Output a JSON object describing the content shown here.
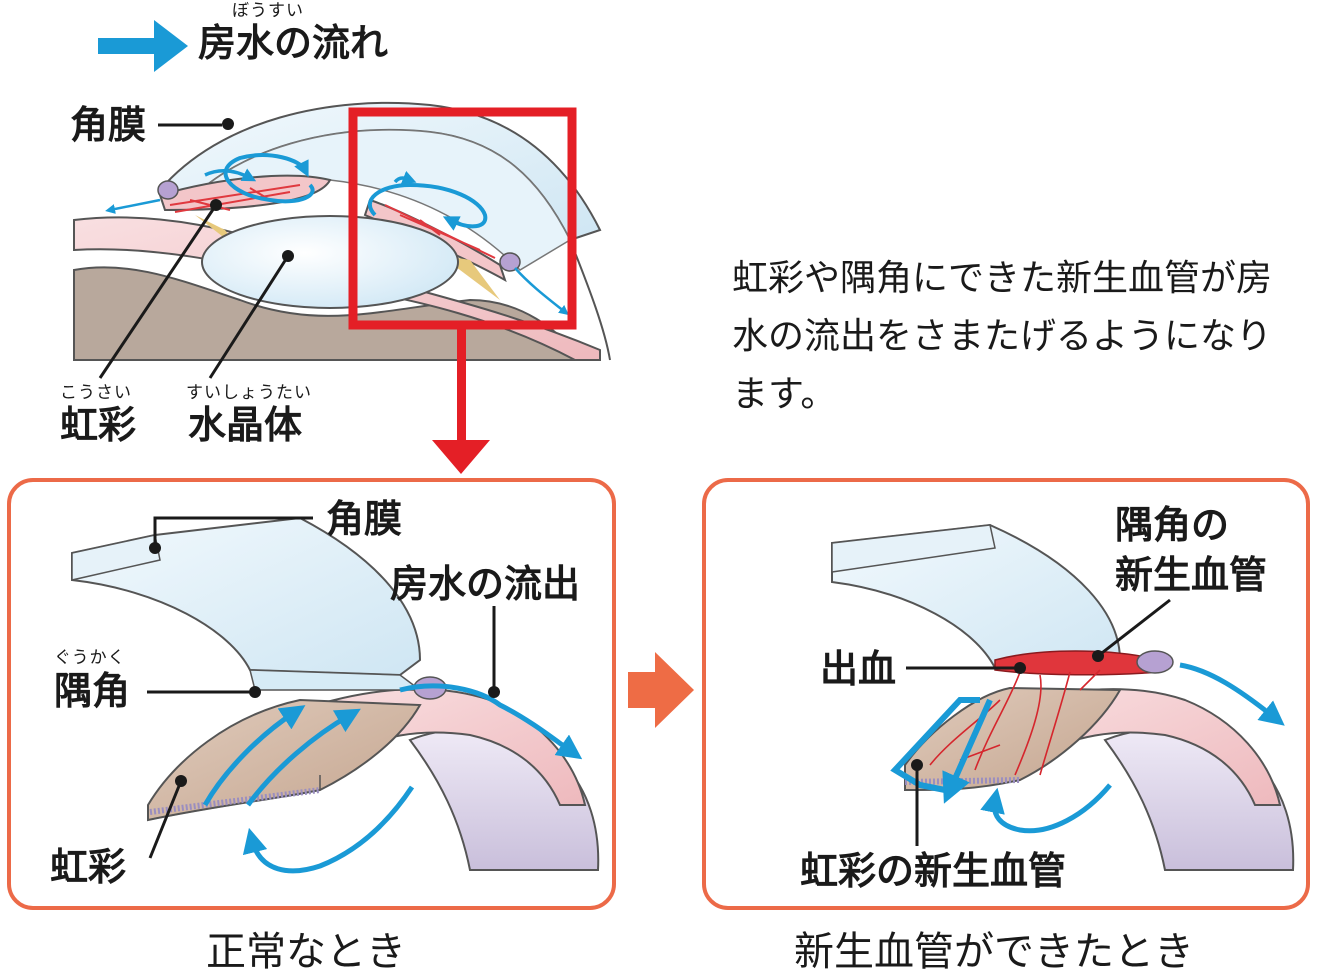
{
  "legend": {
    "ruby": "ぼうすい",
    "text": "房水の流れ",
    "arrow_color": "#1a9ad6"
  },
  "top_figure": {
    "cornea": "角膜",
    "iris_ruby": "こうさい",
    "iris": "虹彩",
    "lens_ruby": "すいしょうたい",
    "lens": "水晶体"
  },
  "description": "虹彩や隅角にできた新生血管が房水の流出をさまたげるようになります。",
  "normal_panel": {
    "cornea": "角膜",
    "outflow": "房水の流出",
    "angle_ruby": "ぐうかく",
    "angle": "隅角",
    "iris": "虹彩",
    "caption": "正常なとき"
  },
  "neovascular_panel": {
    "angle_vessels_line1": "隅角の",
    "angle_vessels_line2": "新生血管",
    "bleeding": "出血",
    "iris_vessels": "虹彩の新生血管",
    "caption": "新生血管ができたとき"
  },
  "colors": {
    "highlight_red": "#e41f26",
    "panel_border": "#ec6a48",
    "transition_arrow": "#ee6c45",
    "flow_blue": "#1a9ad6"
  }
}
